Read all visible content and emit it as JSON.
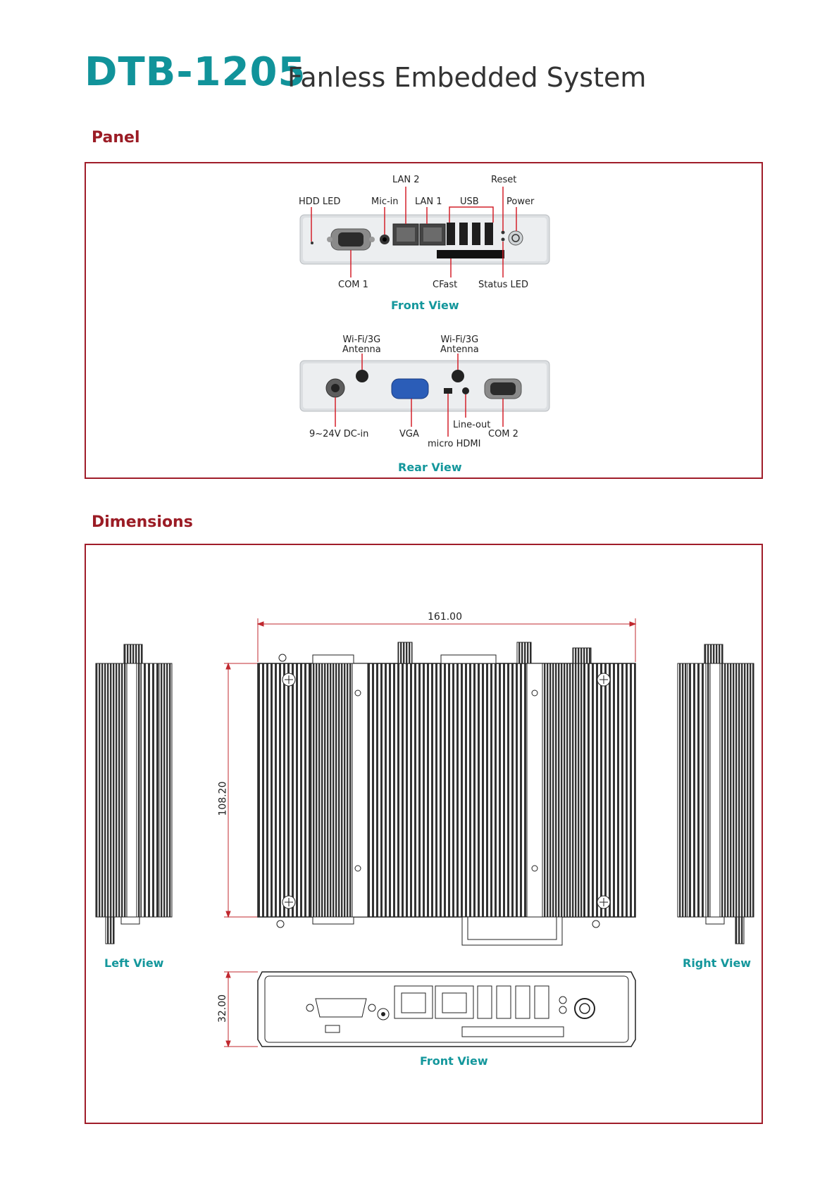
{
  "header": {
    "model": "DTB-1205",
    "subtitle": "Fanless Embedded System"
  },
  "panel": {
    "heading": "Panel",
    "front": {
      "view_label": "Front View",
      "labels": {
        "lan2": "LAN 2",
        "reset": "Reset",
        "hdd_led": "HDD LED",
        "mic_in": "Mic-in",
        "lan1": "LAN 1",
        "usb": "USB",
        "power": "Power",
        "com1": "COM 1",
        "cfast": "CFast",
        "status_led": "Status LED"
      }
    },
    "rear": {
      "view_label": "Rear View",
      "labels": {
        "antenna_left": "Wi-Fi/3G\nAntenna",
        "antenna_right": "Wi-Fi/3G\nAntenna",
        "dc_in": "9~24V DC-in",
        "vga": "VGA",
        "line_out": "Line-out",
        "micro_hdmi": "micro HDMI",
        "com2": "COM 2"
      }
    }
  },
  "dimensions": {
    "heading": "Dimensions",
    "width": "161.00",
    "height": "108.20",
    "depth": "32.00",
    "left_view_label": "Left View",
    "right_view_label": "Right View",
    "front_view_label": "Front View"
  },
  "colors": {
    "accent_teal": "#11939a",
    "heading_red": "#9b1c25",
    "box_border": "#a01d2a",
    "callout_red": "#d4202a"
  }
}
